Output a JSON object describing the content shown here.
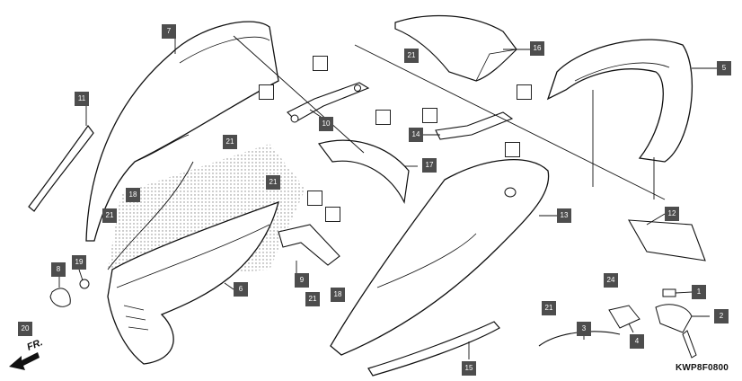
{
  "diagram_code": "KWP8F0800",
  "direction_label": "FR.",
  "callouts": [
    "1",
    "2",
    "3",
    "4",
    "5",
    "6",
    "7",
    "8",
    "9",
    "10",
    "11",
    "12",
    "13",
    "14",
    "15",
    "16",
    "17",
    "18",
    "18",
    "19",
    "20",
    "21",
    "21",
    "21",
    "21",
    "21",
    "21",
    "24"
  ]
}
